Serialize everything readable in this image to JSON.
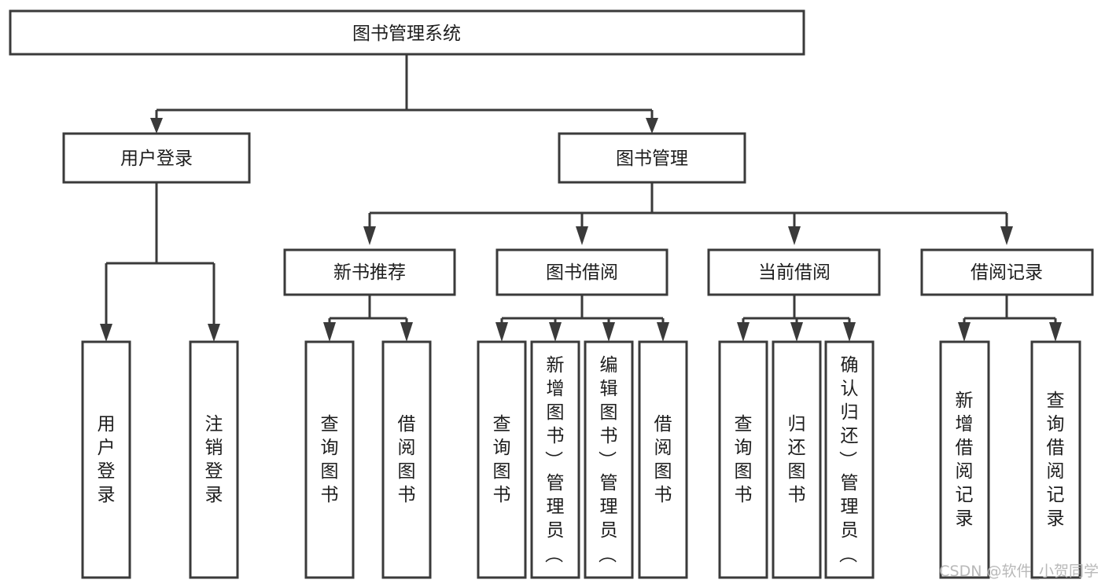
{
  "diagram": {
    "title": "图书管理系统",
    "type": "tree",
    "orientation": "top-down",
    "colors": {
      "box_stroke": "#3a3a3a",
      "box_fill": "#ffffff",
      "connector": "#3a3a3a",
      "text": "#1d1d1d",
      "watermark": "#b9b9b9",
      "background": "#ffffff"
    },
    "root": {
      "id": "root",
      "label": "图书管理系统"
    },
    "level2": [
      {
        "id": "user-login",
        "label": "用户登录"
      },
      {
        "id": "book-manage",
        "label": "图书管理"
      }
    ],
    "level3": [
      {
        "id": "new-book-recommend",
        "label": "新书推荐",
        "parent": "book-manage"
      },
      {
        "id": "book-borrow",
        "label": "图书借阅",
        "parent": "book-manage"
      },
      {
        "id": "current-borrow",
        "label": "当前借阅",
        "parent": "book-manage"
      },
      {
        "id": "borrow-record",
        "label": "借阅记录",
        "parent": "book-manage"
      }
    ],
    "leaves": [
      {
        "id": "leaf-user-login",
        "label": "用户登录",
        "parent": "user-login"
      },
      {
        "id": "leaf-user-logout",
        "label": "注销登录",
        "parent": "user-login"
      },
      {
        "id": "leaf-query-book-1",
        "label": "查询图书",
        "parent": "new-book-recommend"
      },
      {
        "id": "leaf-borrow-book-1",
        "label": "借阅图书",
        "parent": "new-book-recommend"
      },
      {
        "id": "leaf-query-book-2",
        "label": "查询图书",
        "parent": "book-borrow"
      },
      {
        "id": "leaf-add-book",
        "label": "新增图书（管理员）",
        "parent": "book-borrow"
      },
      {
        "id": "leaf-edit-book",
        "label": "编辑图书（管理员）",
        "parent": "book-borrow"
      },
      {
        "id": "leaf-borrow-book-2",
        "label": "借阅图书",
        "parent": "book-borrow"
      },
      {
        "id": "leaf-query-book-3",
        "label": "查询图书",
        "parent": "current-borrow"
      },
      {
        "id": "leaf-return-book",
        "label": "归还图书",
        "parent": "current-borrow"
      },
      {
        "id": "leaf-confirm-return",
        "label": "确认归还（管理员）",
        "parent": "current-borrow"
      },
      {
        "id": "leaf-add-record",
        "label": "新增借阅记录",
        "parent": "borrow-record"
      },
      {
        "id": "leaf-query-record",
        "label": "查询借阅记录",
        "parent": "borrow-record"
      }
    ]
  },
  "watermark": {
    "text": "CSDN @软件_小贺同学"
  }
}
